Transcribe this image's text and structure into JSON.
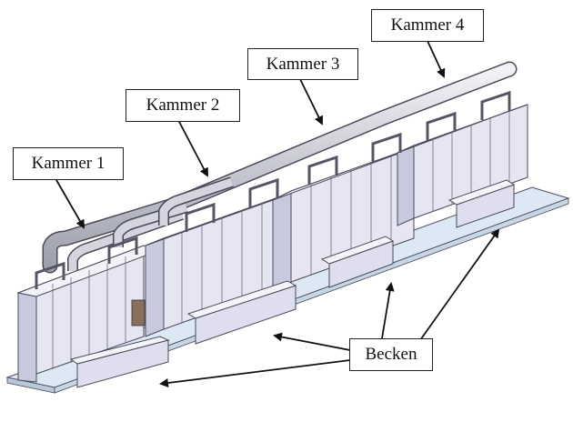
{
  "labels": {
    "kammer1": "Kammer 1",
    "kammer2": "Kammer 2",
    "kammer3": "Kammer 3",
    "kammer4": "Kammer 4",
    "becken": "Becken"
  },
  "colors": {
    "panel_face": "#e7e7f4",
    "panel_side": "#c9c9e0",
    "panel_top": "#f3f3fb",
    "outline": "#4a4a5a",
    "floor": "#d8e6f2",
    "pipe": "#cfd0d8",
    "arrow": "#111111"
  }
}
